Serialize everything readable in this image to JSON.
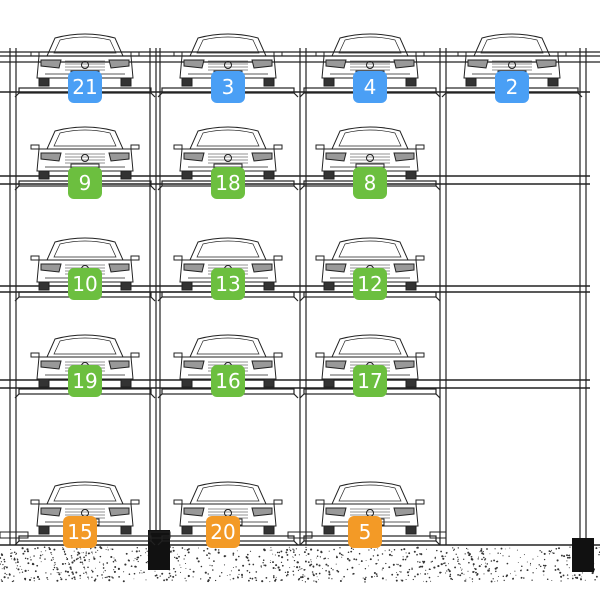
{
  "colors": {
    "blue": "#4a9ff5",
    "green": "#6cbf3f",
    "orange": "#f39a26",
    "line": "#222222"
  },
  "diagram": {
    "type": "parking-lift-elevation",
    "columns": 4,
    "levels": 5,
    "slots": [
      {
        "number": "21",
        "color": "blue",
        "col": 0,
        "level": 0,
        "car": true
      },
      {
        "number": "3",
        "color": "blue",
        "col": 1,
        "level": 0,
        "car": true
      },
      {
        "number": "4",
        "color": "blue",
        "col": 2,
        "level": 0,
        "car": true
      },
      {
        "number": "2",
        "color": "blue",
        "col": 3,
        "level": 0,
        "car": true
      },
      {
        "number": "9",
        "color": "green",
        "col": 0,
        "level": 1,
        "car": true
      },
      {
        "number": "18",
        "color": "green",
        "col": 1,
        "level": 1,
        "car": true
      },
      {
        "number": "8",
        "color": "green",
        "col": 2,
        "level": 1,
        "car": true
      },
      {
        "number": "10",
        "color": "green",
        "col": 0,
        "level": 2,
        "car": true
      },
      {
        "number": "13",
        "color": "green",
        "col": 1,
        "level": 2,
        "car": true
      },
      {
        "number": "12",
        "color": "green",
        "col": 2,
        "level": 2,
        "car": true
      },
      {
        "number": "19",
        "color": "green",
        "col": 0,
        "level": 3,
        "car": true
      },
      {
        "number": "16",
        "color": "green",
        "col": 1,
        "level": 3,
        "car": true
      },
      {
        "number": "17",
        "color": "green",
        "col": 2,
        "level": 3,
        "car": true
      },
      {
        "number": "15",
        "color": "orange",
        "col": 0,
        "level": 4,
        "car": true
      },
      {
        "number": "20",
        "color": "orange",
        "col": 1,
        "level": 4,
        "car": true
      },
      {
        "number": "5",
        "color": "orange",
        "col": 2,
        "level": 4,
        "car": true
      }
    ]
  }
}
